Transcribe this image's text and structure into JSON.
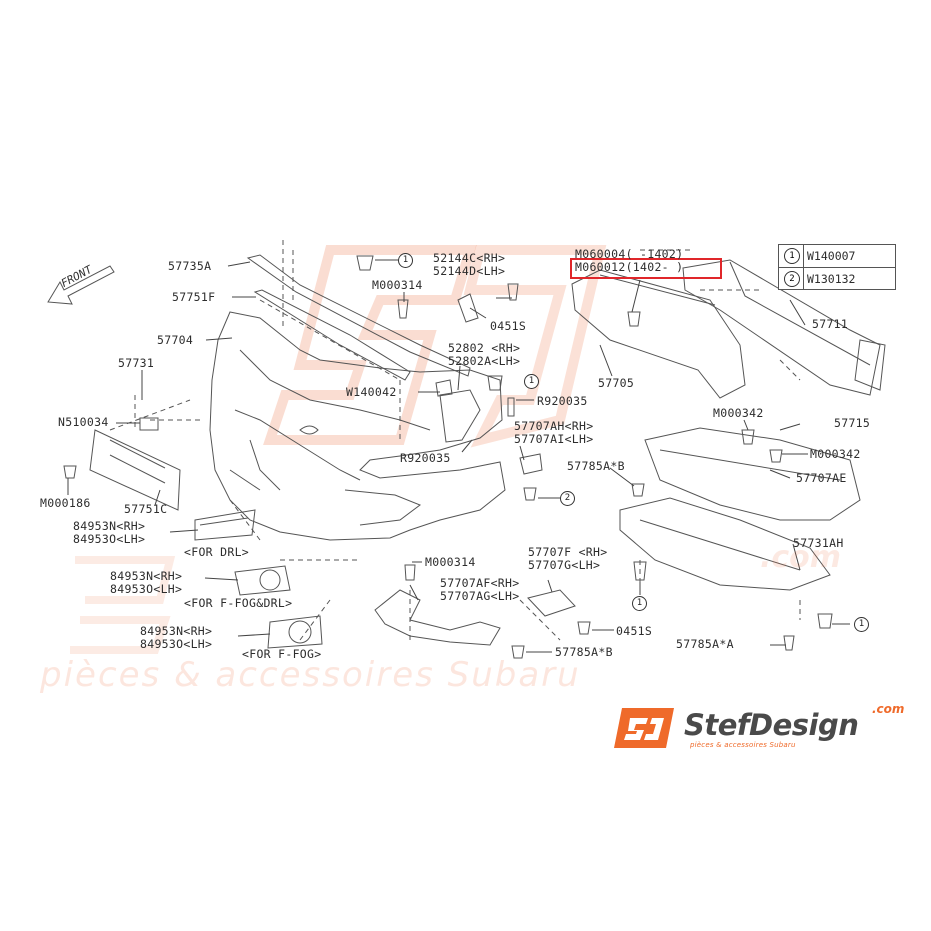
{
  "direction_label": "FRONT",
  "legend": [
    {
      "num": "1",
      "code": "W140007"
    },
    {
      "num": "2",
      "code": "W130132"
    }
  ],
  "labels": {
    "p57735a": "57735A",
    "p57751f": "57751F",
    "p57704": "57704",
    "p57731": "57731",
    "n510034": "N510034",
    "m000186": "M000186",
    "p57751c": "57751C",
    "drl_rh": "84953N<RH>",
    "drl_lh": "84953O<LH>",
    "for_drl": "<FOR DRL>",
    "ffogdrl_rh": "84953N<RH>",
    "ffogdrl_lh": "84953O<LH>",
    "for_ffog_drl": "<FOR F-FOG&DRL>",
    "ffog_rh": "84953N<RH>",
    "ffog_lh": "84953O<LH>",
    "for_ffog": "<FOR F-FOG>",
    "m000314_top": "M000314",
    "p52144c": "52144C<RH>",
    "p52144d": "52144D<LH>",
    "p0451s_top": "0451S",
    "p52802": "52802 <RH>",
    "p52802a": "52802A<LH>",
    "w140042": "W140042",
    "r920035_a": "R920035",
    "r920035_b": "R920035",
    "p57707ah": "57707AH<RH>",
    "p57707ai": "57707AI<LH>",
    "p57785ab_top": "57785A*B",
    "m000314_bot": "M000314",
    "p57707f": "57707F <RH>",
    "p57707g": "57707G<LH>",
    "p57707af": "57707AF<RH>",
    "p57707ag": "57707AG<LH>",
    "p0451s_bot": "0451S",
    "p57785ab_bot": "57785A*B",
    "m060004": "M060004(  -1402)",
    "m060012": "M060012(1402-   )",
    "p57705": "57705",
    "p57711": "57711",
    "m000342_a": "M000342",
    "p57715": "57715",
    "m000342_b": "M000342",
    "p57707ae": "57707AE",
    "p57731ah": "57731AH",
    "p57785aa": "57785A*A"
  },
  "callouts": {
    "c_top": "1",
    "c_clip": "1",
    "c_0451s": "2",
    "c_bottom_left": "1",
    "c_bottom_right": "1"
  },
  "watermark": {
    "tagline": "pièces & accessoires Subaru",
    "dotcom": ".com"
  },
  "logo": {
    "name": "StefDesign",
    "dotcom": ".com",
    "tagline": "pièces & accessoires Subaru",
    "brand_color": "#ef6a2a"
  }
}
